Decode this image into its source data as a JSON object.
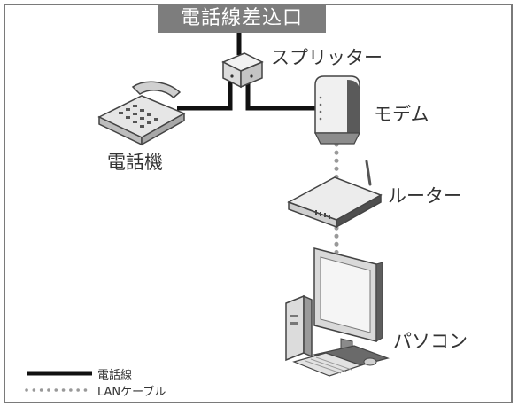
{
  "jack_label": "電話線差込口",
  "devices": {
    "splitter": "スプリッター",
    "modem": "モデム",
    "phone": "電話機",
    "router": "ルーター",
    "pc": "パソコン"
  },
  "legend": {
    "phone_line": "電話線",
    "lan_cable": "LANケーブル"
  },
  "colors": {
    "frame": "#7a7a7a",
    "jack_bg": "#7d7d7d",
    "phone_line": "#111111",
    "lan_cable": "#999999",
    "device_body": "#d8d8d8",
    "device_dark": "#555555"
  }
}
